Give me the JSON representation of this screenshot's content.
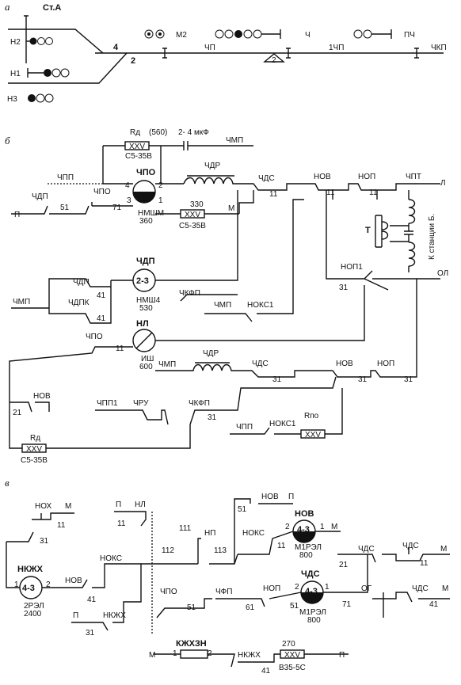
{
  "panel_a": {
    "tag": "а",
    "station": "Ст.А",
    "signals": {
      "n2": "Н2",
      "n1": "Н1",
      "n3": "Н3",
      "m2": "М2",
      "ch": "Ч",
      "pch": "ПЧ"
    },
    "track_labels": {
      "t4": "4",
      "t2": "2",
      "chp": "ЧП",
      "chp1": "1ЧП",
      "chkp": "ЧКП",
      "z": "2"
    }
  },
  "panel_b": {
    "tag": "б",
    "rd_label": "Rд",
    "rd_value": "(560)",
    "cap": "2- 4 мкФ",
    "chmp": "ЧМП",
    "res_xxv": "XXV",
    "res_type": "С5-35В",
    "chpp": "ЧПП",
    "chdp": "ЧДП",
    "p": "П",
    "c51": "51",
    "chpo": "ЧПО",
    "c71": "71",
    "relay_chpo": "ЧПО",
    "relay_chpo_type": "НМШМ",
    "relay_chpo_res": "360",
    "pins_chpo": {
      "p4": "4",
      "p2": "2",
      "p3": "3",
      "p1": "1"
    },
    "chdr": "ЧДР",
    "r330": "330",
    "m": "М",
    "chds": "ЧДС",
    "c11": "11",
    "nov": "НОВ",
    "nop": "НОП",
    "chpt": "ЧПТ",
    "l": "Л",
    "ol": "ОЛ",
    "tr": "Т",
    "to_station": "К станции Б.",
    "nop1": "НОП1",
    "c31": "31",
    "relay_chdp": "ЧДП",
    "relay_chdp_code": "2-3",
    "relay_chdp_type": "НМШ4",
    "relay_chdp_res": "530",
    "chdpk": "ЧДПК",
    "c41": "41",
    "chmp_left": "ЧМП",
    "chkfp": "ЧКФП",
    "noks1": "НОКС1",
    "relay_nl": "НЛ",
    "relay_nl_type": "ИШ",
    "relay_nl_res": "600",
    "chpp1": "ЧПП1",
    "chru": "ЧРУ",
    "c21": "21",
    "rd2": "Rд",
    "rpo": "Rпо",
    "chpp2": "ЧПП"
  },
  "panel_v": {
    "tag": "в",
    "nokh": "НОХ",
    "m": "М",
    "c11": "11",
    "c31": "31",
    "p": "П",
    "nl": "НЛ",
    "nov": "НОВ",
    "c51": "51",
    "c111": "111",
    "c112": "112",
    "c113": "113",
    "np": "НП",
    "noks": "НОКС",
    "relay_nov": "НОВ",
    "relay_nov_code": "4-3",
    "relay_nov_type": "М1РЭЛ",
    "relay_nov_res": "800",
    "relay_nkzh": "НКЖХ",
    "relay_nkzh_code": "4-3",
    "relay_nkzh_type": "2РЭЛ",
    "relay_nkzh_res": "2400",
    "c41": "41",
    "nkzh": "НКЖХ",
    "chpo": "ЧПО",
    "chfp": "ЧФП",
    "nop": "НОП",
    "c61": "61",
    "relay_chds": "ЧДС",
    "relay_chds_code": "4-3",
    "relay_chds_type": "М1РЭЛ",
    "relay_chds_res": "800",
    "c71": "71",
    "c21": "21",
    "chds": "ЧДС",
    "og": "ОГ",
    "kzhkhzn": "КЖХЗН",
    "r270": "270",
    "xxv": "XXV",
    "res_type": "В35-5С",
    "pin1": "1",
    "pin2": "2"
  }
}
